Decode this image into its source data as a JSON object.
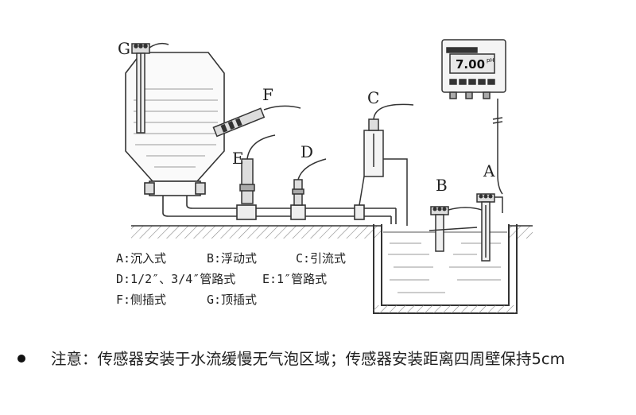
{
  "labels": {
    "A": "A",
    "B": "B",
    "C": "C",
    "D": "D",
    "E": "E",
    "F": "F",
    "G": "G"
  },
  "meter_display": "7.00",
  "meter_unit": "pH",
  "legend": [
    [
      "A:沉入式",
      "B:浮动式",
      "C:引流式"
    ],
    [
      "D:1/2″、3/4″管路式",
      "E:1″管路式"
    ],
    [
      "F:侧插式",
      "G:顶插式"
    ]
  ],
  "note": "注意：传感器安装于水流缓慢无气泡区域；传感器安装距离四周壁保持5cm"
}
